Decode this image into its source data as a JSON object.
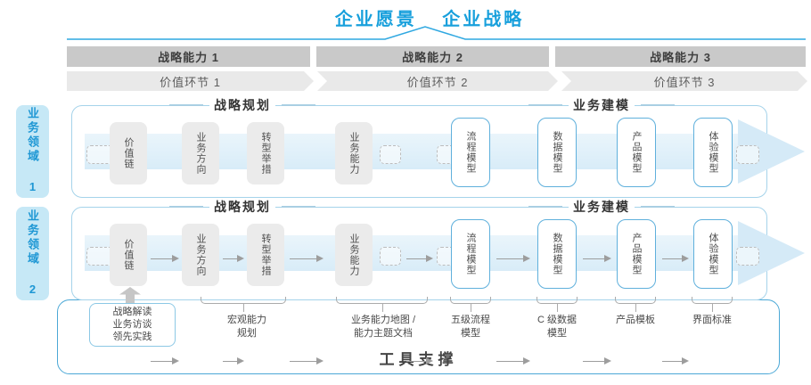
{
  "header": {
    "vision": "企业愿景",
    "strategy": "企业战略"
  },
  "strategic_capabilities": [
    {
      "label": "战略能力 1"
    },
    {
      "label": "战略能力 2"
    },
    {
      "label": "战略能力 3"
    }
  ],
  "value_links": [
    {
      "label": "价值环节 1"
    },
    {
      "label": "价值环节 2"
    },
    {
      "label": "价值环节 3"
    }
  ],
  "domains": [
    {
      "label": "业务领域 1"
    },
    {
      "label": "业务领域 2"
    }
  ],
  "row_headers": {
    "planning": "战略规划",
    "modeling": "业务建模"
  },
  "planning_boxes": [
    {
      "label": "价值链"
    },
    {
      "label": "业务方向"
    },
    {
      "label": "转型举措"
    },
    {
      "label": "业务能力"
    }
  ],
  "modeling_boxes": [
    {
      "label": "流程模型"
    },
    {
      "label": "数据模型"
    },
    {
      "label": "产品模型"
    },
    {
      "label": "体验模型"
    }
  ],
  "annotations": {
    "practice_box": "战略解读\n业务访谈\n领先实践",
    "labels": [
      {
        "text": "宏观能力\n规划"
      },
      {
        "text": "业务能力地图 /\n能力主题文档"
      },
      {
        "text": "五级流程\n模型"
      },
      {
        "text": "C 级数据\n模型"
      },
      {
        "text": "产品模板"
      },
      {
        "text": "界面标准"
      }
    ]
  },
  "footer": {
    "tool_support": "工具支撑"
  },
  "colors": {
    "accent_blue": "#18A0DC",
    "panel_border": "#A5D3EA",
    "band_fill": "#D8ECF8",
    "bar_gray": "#C9C9C9",
    "chevron_gray": "#E9E9E9",
    "domain_bg": "#C6E8F6",
    "tool_border": "#4BA8D6",
    "box_gray": "#EBEBEB",
    "box_blue_border": "#5FB0DC"
  }
}
